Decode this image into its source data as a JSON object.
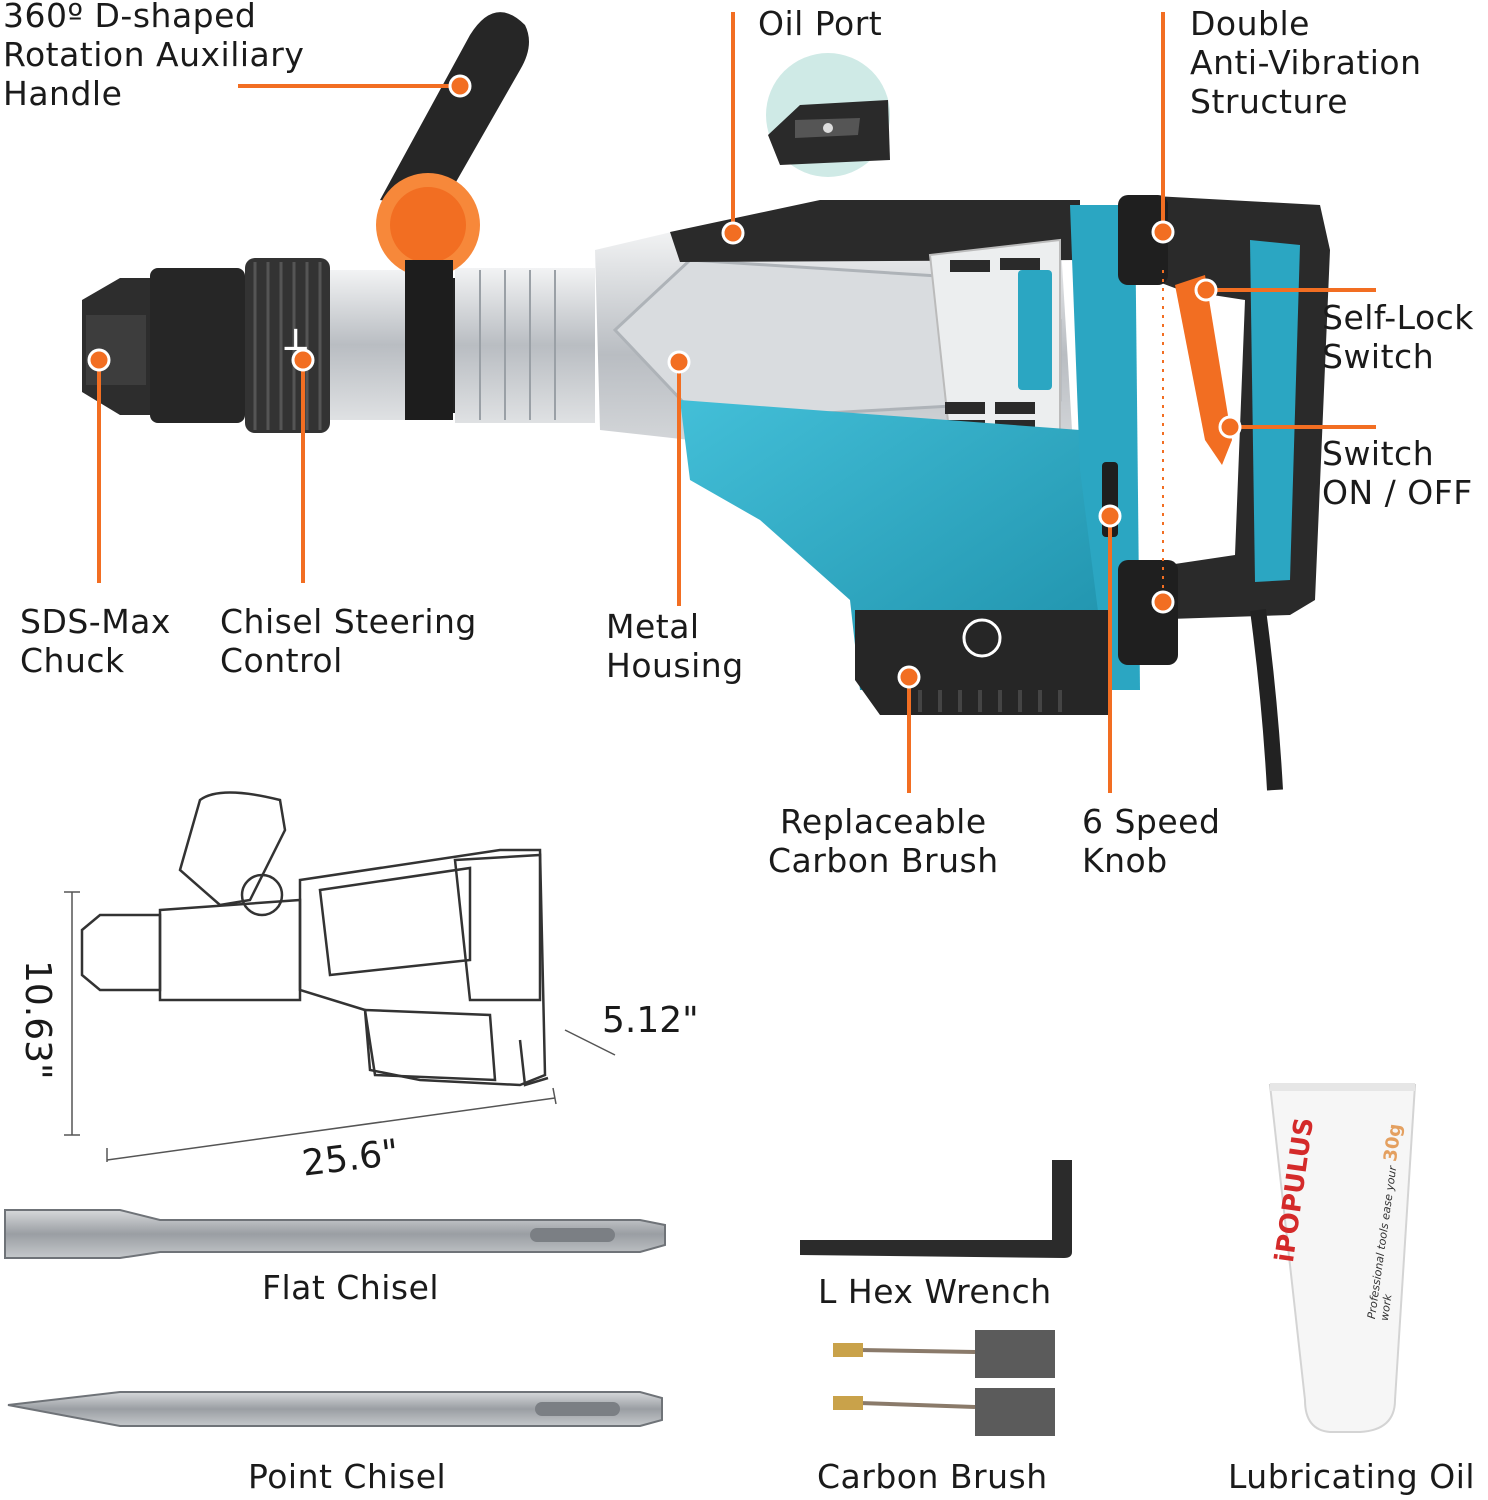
{
  "colors": {
    "accent": "#F26E22",
    "body_teal": "#2BA6C2",
    "body_dark": "#2A2A2A",
    "metal": "#C9CDD2"
  },
  "callouts": {
    "aux_handle": "360º D-shaped\nRotation Auxiliary\nHandle",
    "oil_port": "Oil Port",
    "anti_vibration": "Double\nAnti-Vibration\nStructure",
    "self_lock": "Self-Lock\nSwitch",
    "switch_on_off": "Switch\nON / OFF",
    "sds_max": "SDS-Max\nChuck",
    "chisel_steering": "Chisel Steering\nControl",
    "metal_housing": "Metal\nHousing",
    "carbon_brush_replaceable": "Replaceable\nCarbon Brush",
    "speed_knob": "6 Speed\nKnob"
  },
  "dimensions": {
    "height": "10.63\"",
    "width": "5.12\"",
    "length": "25.6\""
  },
  "accessories": {
    "flat_chisel": "Flat Chisel",
    "point_chisel": "Point Chisel",
    "hex_wrench": "L Hex Wrench",
    "carbon_brush": "Carbon Brush",
    "lubricating_oil": "Lubricating Oil"
  },
  "brand": {
    "name": "iPOPULUS",
    "tagline": "Professional tools ease your work",
    "tube_weight": "30g"
  }
}
